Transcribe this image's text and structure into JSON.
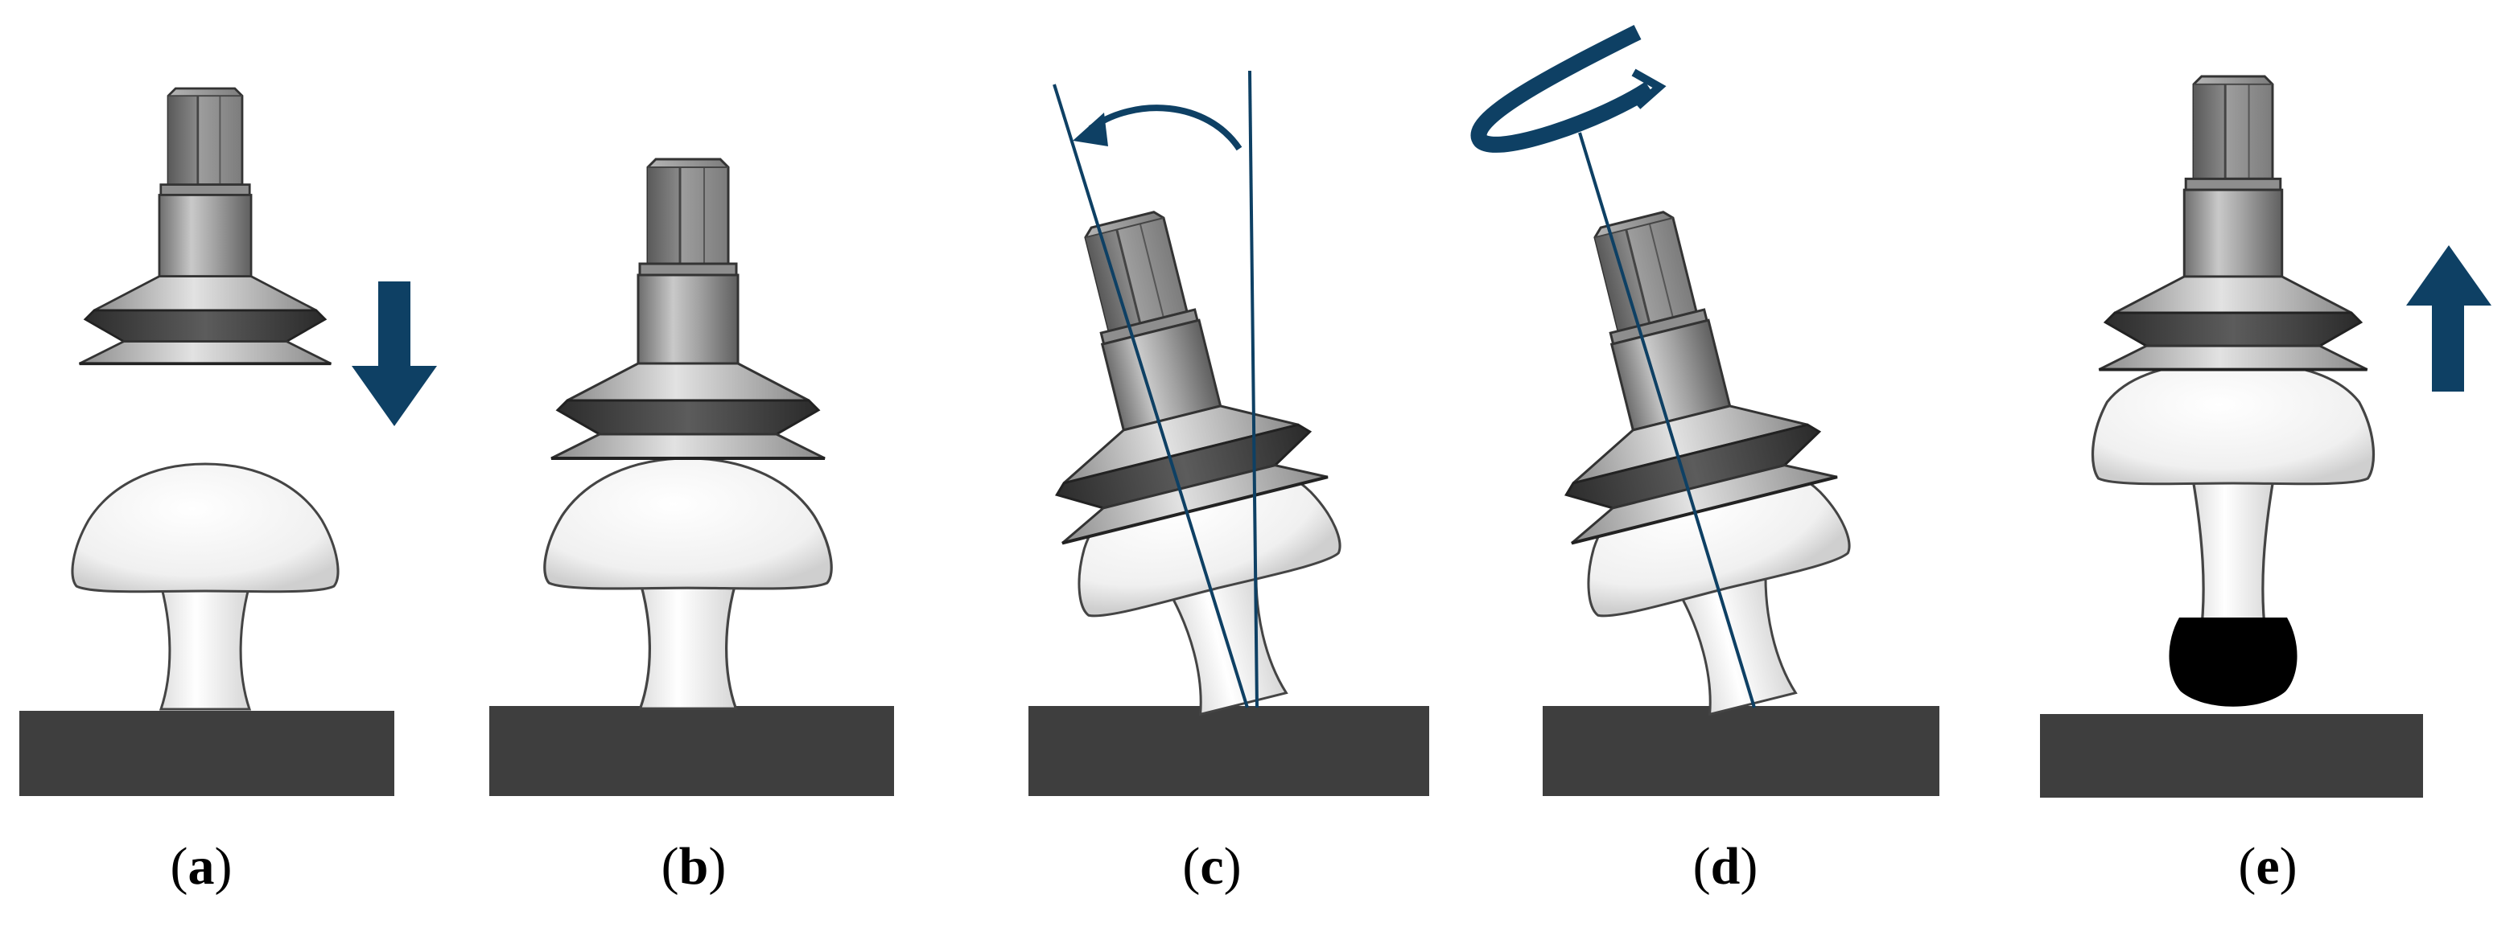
{
  "figure": {
    "panels": [
      {
        "id": "a",
        "caption": "a",
        "motion": "press-down",
        "arrow_icon": "down-arrow-icon"
      },
      {
        "id": "b",
        "caption": "b",
        "motion": "attached"
      },
      {
        "id": "c",
        "caption": "c",
        "motion": "tilt",
        "arrow_icon": "curved-arrow-icon"
      },
      {
        "id": "d",
        "caption": "d",
        "motion": "rotate",
        "arrow_icon": "rotation-arrow-icon"
      },
      {
        "id": "e",
        "caption": "e",
        "motion": "pull-up",
        "arrow_icon": "up-arrow-icon"
      }
    ],
    "colors": {
      "arrow": "#0e4064",
      "base": "#3e3e3e",
      "cap_metal": "#9a9a9a",
      "bellows_dark": "#4a4a4a",
      "mushroom": "#f4f4f4",
      "droplet": "#000000"
    }
  }
}
